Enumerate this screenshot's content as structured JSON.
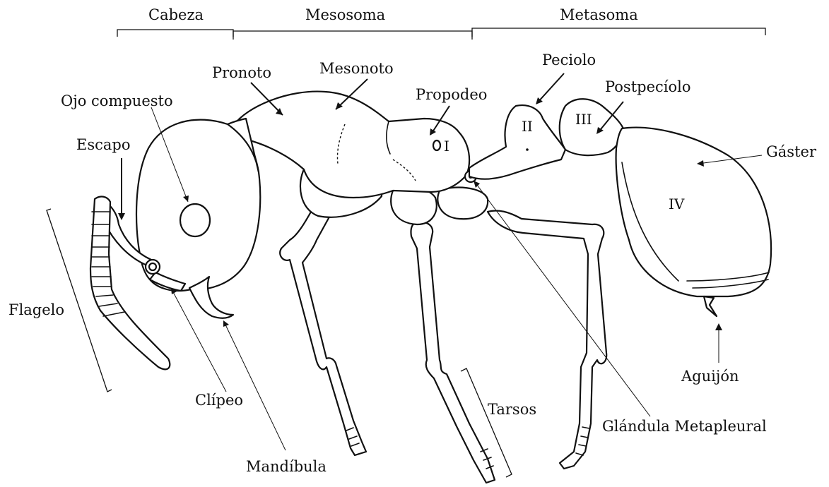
{
  "regions": {
    "head": "Cabeza",
    "mesosoma": "Mesosoma",
    "metasoma": "Metasoma"
  },
  "labels": {
    "pronoto": "Pronoto",
    "mesonoto": "Mesonoto",
    "ojo_compuesto": "Ojo compuesto",
    "escapo": "Escapo",
    "propodeo": "Propodeo",
    "peciolo": "Peciolo",
    "postpeciolo": "Postpecíolo",
    "gaster": "Gáster",
    "flagelo": "Flagelo",
    "clipeo": "Clípeo",
    "mandibula": "Mandíbula",
    "tarsos": "Tarsos",
    "glandula": "Glándula Metapleural",
    "aguijon": "Aguijón"
  },
  "segments": {
    "s1": "I",
    "s2": "II",
    "s3": "III",
    "s4": "IV"
  }
}
